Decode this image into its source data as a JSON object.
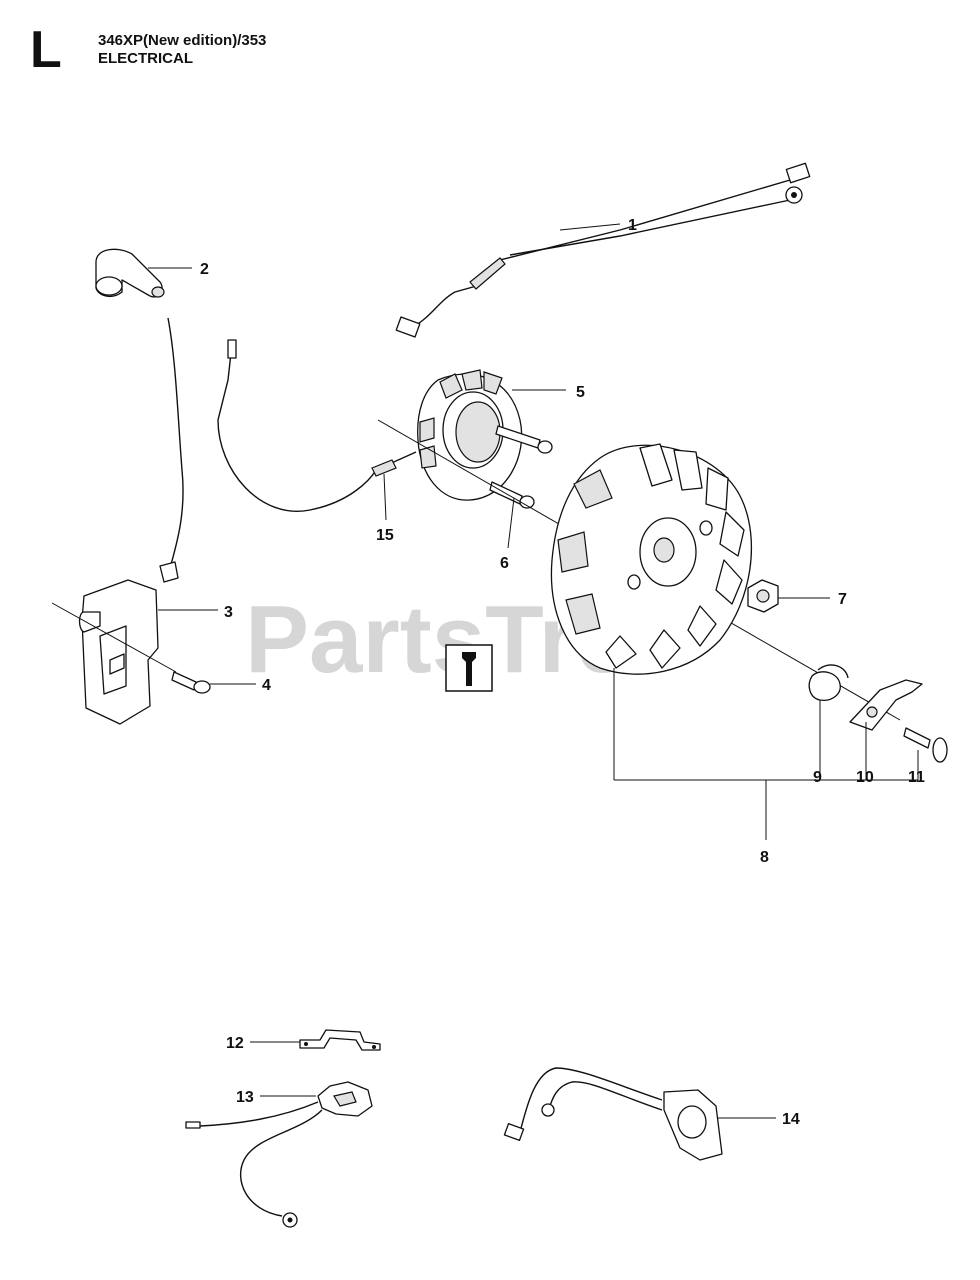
{
  "header": {
    "section": "L",
    "model": "346XP(New edition)/353",
    "title": "ELECTRICAL"
  },
  "watermark": "PartsTree",
  "info_icon": "info-wrench-icon",
  "callouts": [
    "1",
    "2",
    "3",
    "4",
    "5",
    "6",
    "7",
    "8",
    "9",
    "10",
    "11",
    "12",
    "13",
    "14",
    "15"
  ]
}
